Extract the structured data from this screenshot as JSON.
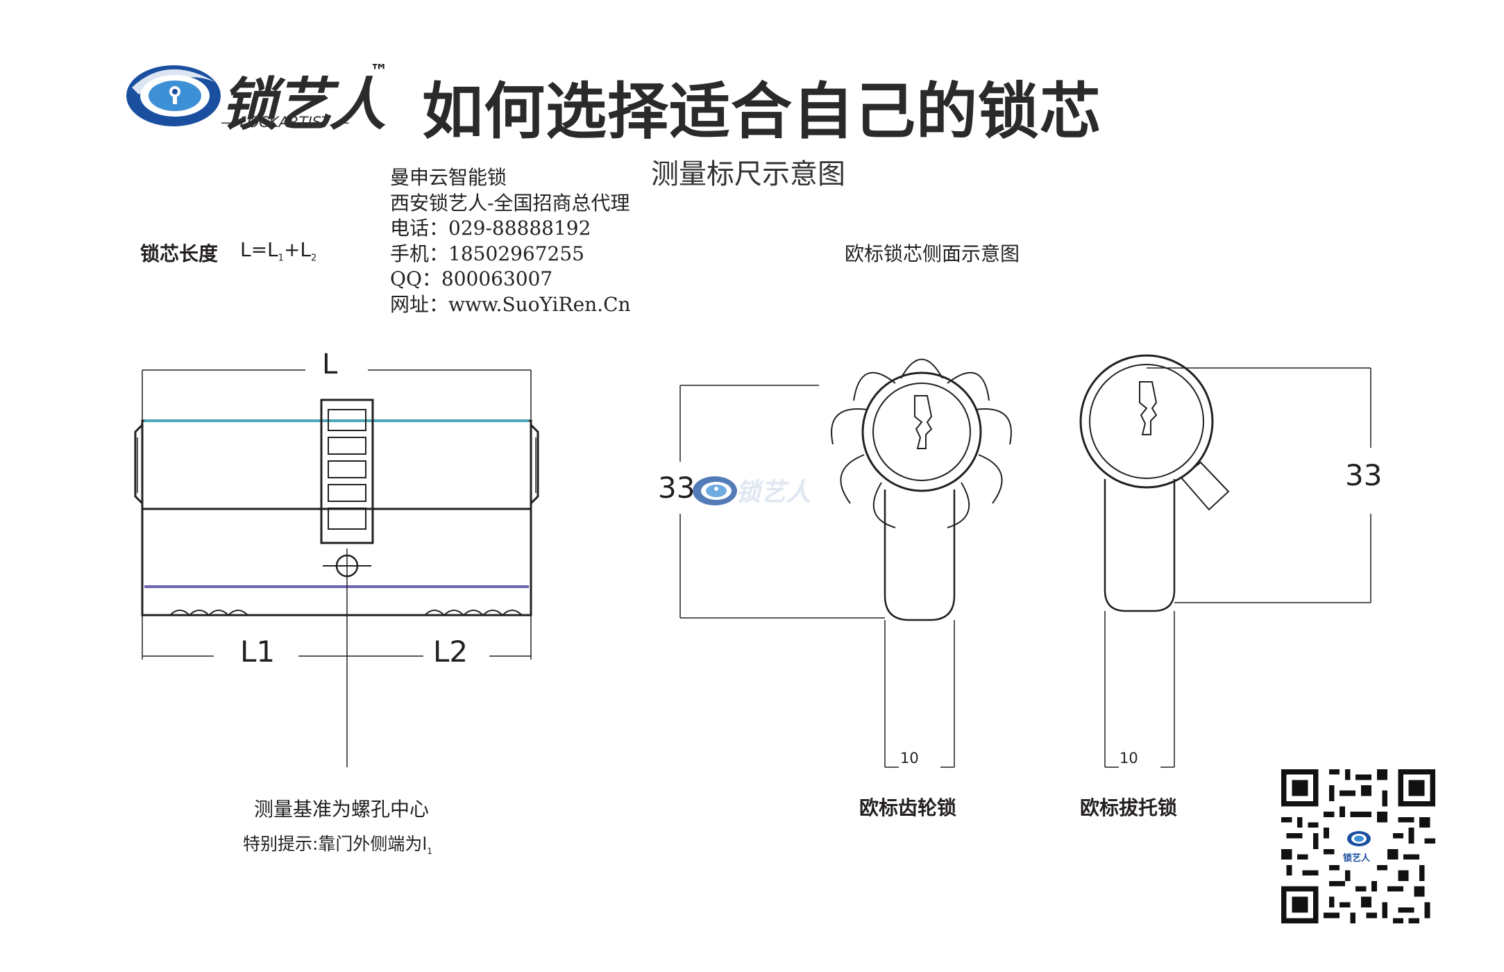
{
  "brand": {
    "name": "锁艺人",
    "tm": "™",
    "subtitle": "— LOCKARTIST —",
    "colors": {
      "blue": "#1a4fa0",
      "light_blue": "#3d8fd6"
    }
  },
  "header": {
    "title": "如何选择适合自己的锁芯",
    "subtitle": "测量标尺示意图"
  },
  "contact": {
    "lines": [
      "曼申云智能锁",
      "西安锁艺人-全国招商总代理",
      "电话：029-88888192",
      "手机：18502967255",
      "QQ：800063007",
      "网址：www.SuoYiRen.Cn"
    ]
  },
  "formula": {
    "label": "锁芯长度",
    "L": "L=L",
    "sub1": "1",
    "plus": "+L",
    "sub2": "2"
  },
  "side_view": {
    "title": "欧标锁芯侧面示意图",
    "gear_caption": "欧标齿轮锁",
    "pull_caption": "欧标拔托锁",
    "height_label_left": "33",
    "height_label_right": "33",
    "width_label_gear": "10",
    "width_label_pull": "10"
  },
  "front_view": {
    "label_L": "L",
    "label_L1": "L1",
    "label_L2": "L2"
  },
  "notes": {
    "measure_basis": "测量基准为螺孔中心",
    "special_prefix": "特别提示:靠门外侧端为l",
    "special_sub": "1"
  },
  "icons": [
    "lockartist-logo-icon",
    "crosshair-icon",
    "qr-code-icon"
  ]
}
